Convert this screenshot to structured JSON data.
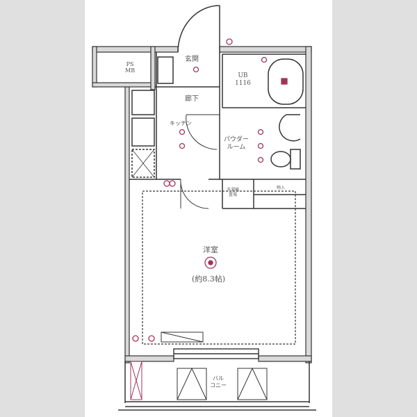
{
  "floorplan": {
    "rooms": {
      "ps_mb": "PS\nMB",
      "entrance": "玄関",
      "unit_bath": "UB\n1116",
      "hallway": "廊下",
      "kitchen": "キッチン",
      "powder_room": "パウダー\nルーム",
      "laundry": "洗濯機\n置場",
      "storage": "物入",
      "western_room": "洋室",
      "western_room_size": "(約8.3帖)",
      "balcony": "バル\nコニー"
    },
    "colors": {
      "wall": "#333333",
      "fixture": "#a0345a",
      "background": "#e0e0e0"
    }
  }
}
